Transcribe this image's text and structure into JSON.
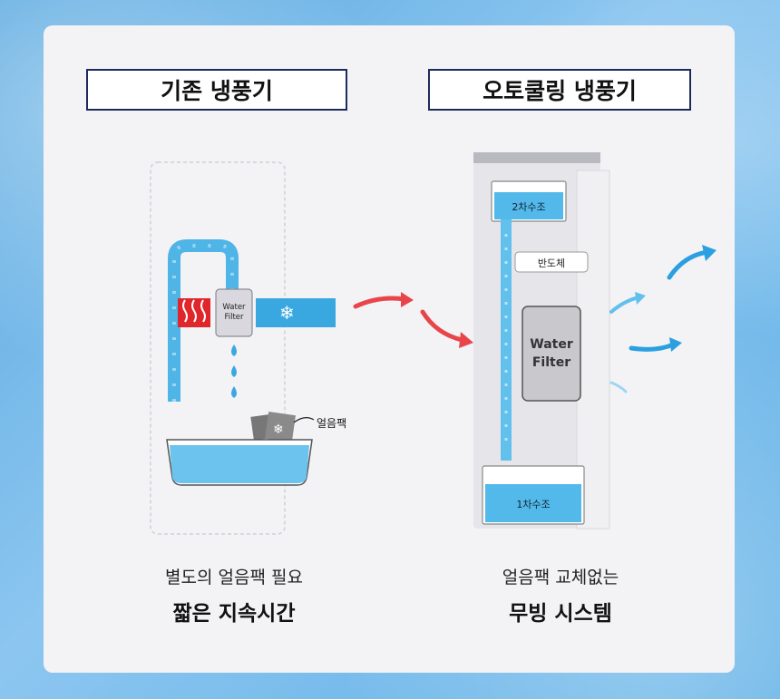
{
  "left": {
    "title": "기존 냉풍기",
    "filter_label_line1": "Water",
    "filter_label_line2": "Filter",
    "ice_pack_label": "얼음팩",
    "caption_line1": "별도의 얼음팩 필요",
    "caption_line2": "짧은 지속시간"
  },
  "right": {
    "title": "오토쿨링 냉풍기",
    "tank2_label": "2차수조",
    "semiconductor_label": "반도체",
    "filter_label_line1": "Water",
    "filter_label_line2": "Filter",
    "tank1_label": "1차수조",
    "caption_line1": "얼음팩 교체없는",
    "caption_line2": "무빙 시스템"
  },
  "colors": {
    "accent_blue": "#3aa8e0",
    "heat_red": "#e0262b",
    "navy_border": "#1d2b5c"
  }
}
